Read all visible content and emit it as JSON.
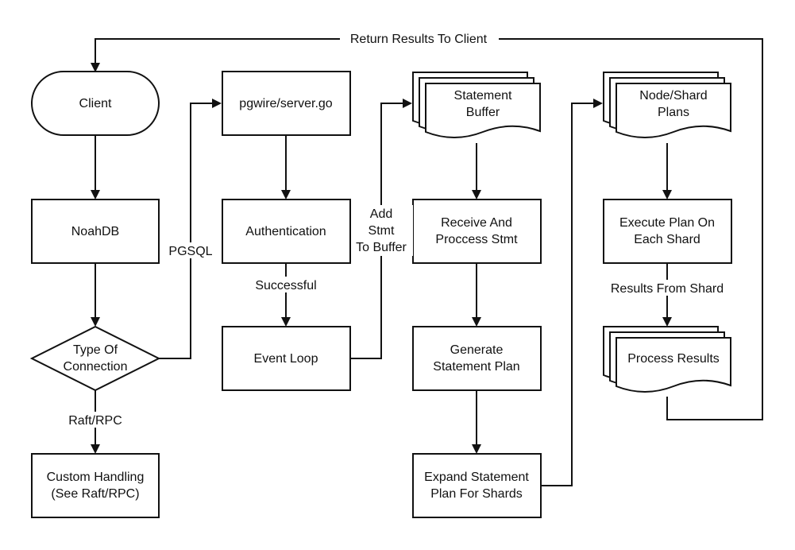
{
  "nodes": {
    "client": "Client",
    "noahdb": "NoahDB",
    "type_of_connection": [
      "Type Of",
      "Connection"
    ],
    "custom_handling": [
      "Custom Handling",
      "(See Raft/RPC)"
    ],
    "pgwire_server": "pgwire/server.go",
    "authentication": "Authentication",
    "event_loop": "Event Loop",
    "statement_buffer": [
      "Statement",
      "Buffer"
    ],
    "receive_process": [
      "Receive And",
      "Proccess Stmt"
    ],
    "generate_plan": [
      "Generate",
      "Statement Plan"
    ],
    "expand_plan": [
      "Expand Statement",
      "Plan For Shards"
    ],
    "node_shard_plans": [
      "Node/Shard",
      "Plans"
    ],
    "execute_plan": [
      "Execute Plan On",
      "Each Shard"
    ],
    "process_results": "Process Results"
  },
  "edges": {
    "return_results": "Return Results To Client",
    "pgsql": "PGSQL",
    "raft_rpc": "Raft/RPC",
    "successful": "Successful",
    "add_stmt": [
      "Add",
      "Stmt",
      "To Buffer"
    ],
    "results_from_shard": "Results From Shard"
  }
}
